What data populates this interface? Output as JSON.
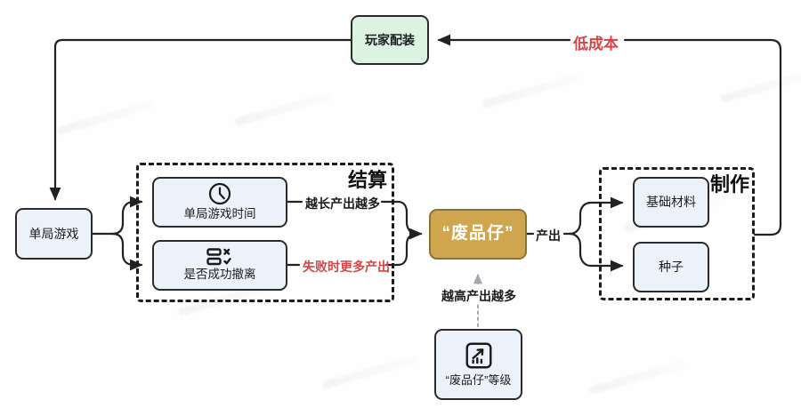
{
  "diagram": {
    "nodes": {
      "player_loadout": {
        "label": "玩家配装"
      },
      "single_match": {
        "label": "单局游戏"
      },
      "match_time": {
        "label": "单局游戏时间",
        "icon": "clock-icon"
      },
      "extraction": {
        "label": "是否成功撤离",
        "icon": "checklist-icon"
      },
      "scavenger": {
        "label": "“废品仔”"
      },
      "basic_materials": {
        "label": "基础材料"
      },
      "seeds": {
        "label": "种子"
      },
      "scavenger_level": {
        "label": "“废品仔”等级",
        "icon": "trend-chart-icon"
      }
    },
    "groups": {
      "settlement": {
        "label": "结算"
      },
      "crafting": {
        "label": "制作"
      }
    },
    "edge_labels": {
      "low_cost": "低成本",
      "longer_more_output": "越长产出越多",
      "fail_more_output": "失败时更多产出",
      "output": "产出",
      "higher_more_output": "越高产出越多"
    }
  },
  "colors": {
    "line": "#222222",
    "red_accent": "#d64545",
    "gold_node": "#cfa64d",
    "green_node": "#ddf3e2",
    "light_node": "#edf1f9",
    "dashed_gray": "#a3a7ad"
  },
  "icons": [
    "clock-icon",
    "checklist-icon",
    "trend-chart-icon"
  ]
}
